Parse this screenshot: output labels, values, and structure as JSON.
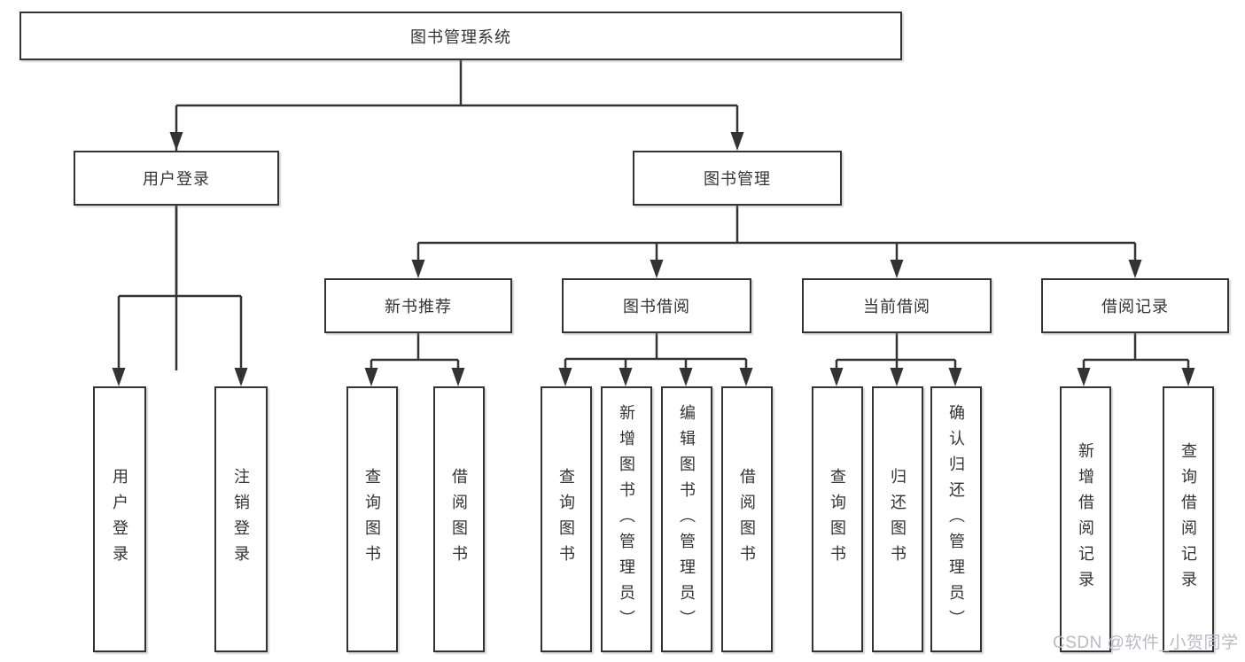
{
  "diagram": {
    "root": {
      "label": "图书管理系统"
    },
    "branches": [
      {
        "label": "用户登录",
        "leaves": [
          {
            "label": "用户登录"
          },
          {
            "label": "注销登录"
          }
        ]
      },
      {
        "label": "图书管理",
        "groups": [
          {
            "label": "新书推荐",
            "leaves": [
              {
                "label": "查询图书"
              },
              {
                "label": "借阅图书"
              }
            ]
          },
          {
            "label": "图书借阅",
            "leaves": [
              {
                "label": "查询图书"
              },
              {
                "label": "新增图书（管理员）"
              },
              {
                "label": "编辑图书（管理员）"
              },
              {
                "label": "借阅图书"
              }
            ]
          },
          {
            "label": "当前借阅",
            "leaves": [
              {
                "label": "查询图书"
              },
              {
                "label": "归还图书"
              },
              {
                "label": "确认归还（管理员）"
              }
            ]
          },
          {
            "label": "借阅记录",
            "leaves": [
              {
                "label": "新增借阅记录"
              },
              {
                "label": "查询借阅记录"
              }
            ]
          }
        ]
      }
    ]
  },
  "watermark": {
    "text": "CSDN @软件_小贺同学"
  },
  "colors": {
    "line": "#333333",
    "box_border": "#333333",
    "text": "#333333",
    "watermark": "#b9bac6",
    "background": "#ffffff"
  }
}
